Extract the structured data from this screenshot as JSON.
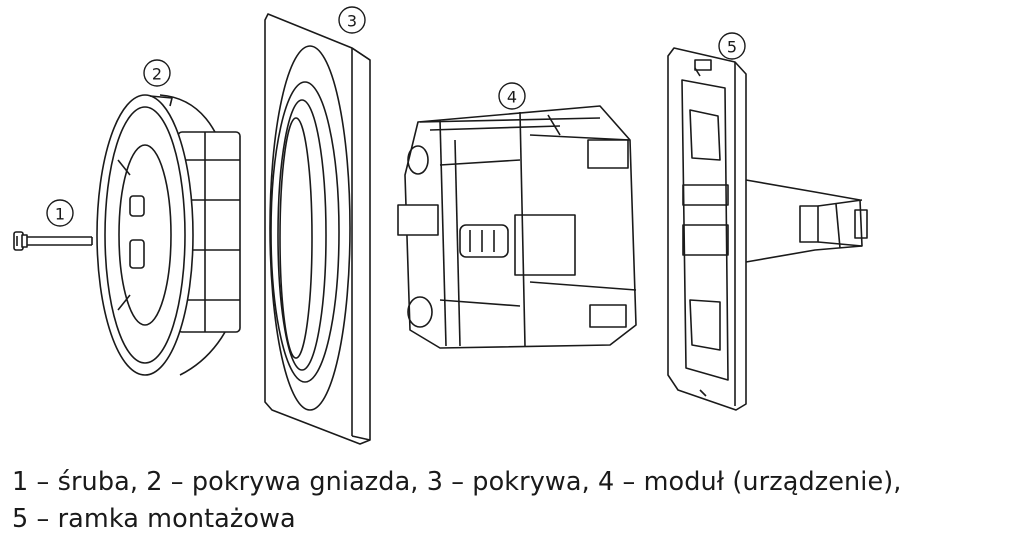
{
  "diagram": {
    "callouts": [
      {
        "id": "screw",
        "number": "1"
      },
      {
        "id": "socket-cover",
        "number": "2"
      },
      {
        "id": "cover-plate",
        "number": "3"
      },
      {
        "id": "module",
        "number": "4"
      },
      {
        "id": "mounting-frame",
        "number": "5"
      }
    ]
  },
  "caption": {
    "line1": "1 – śruba, 2 – pokrywa gniazda, 3 – pokrywa, 4 – moduł (urządzenie),",
    "line2": "5 – ramka montażowa"
  },
  "colors": {
    "line": "#1a1a1a",
    "background": "#ffffff"
  }
}
